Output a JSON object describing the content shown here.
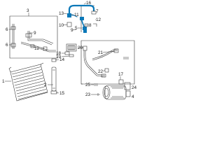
{
  "callouts": {
    "c1": "1",
    "c2": "2",
    "c3": "3",
    "c4": "4",
    "c5": "5",
    "c6a": "6",
    "c6b": "6",
    "c7": "7",
    "c8": "8",
    "c9a": "9",
    "c9b": "9",
    "c10": "10",
    "c11": "11",
    "c12a": "12",
    "c12b": "12",
    "c13": "13",
    "c14": "14",
    "c15": "15",
    "c16": "16",
    "c17": "17",
    "c18": "18",
    "c19": "19",
    "c20": "20",
    "c21": "21",
    "c22": "22",
    "c23": "23",
    "c24": "24",
    "c25": "25"
  },
  "colors": {
    "highlight": "#0b78b8",
    "linework": "#2b2b2b",
    "background": "#ffffff"
  }
}
